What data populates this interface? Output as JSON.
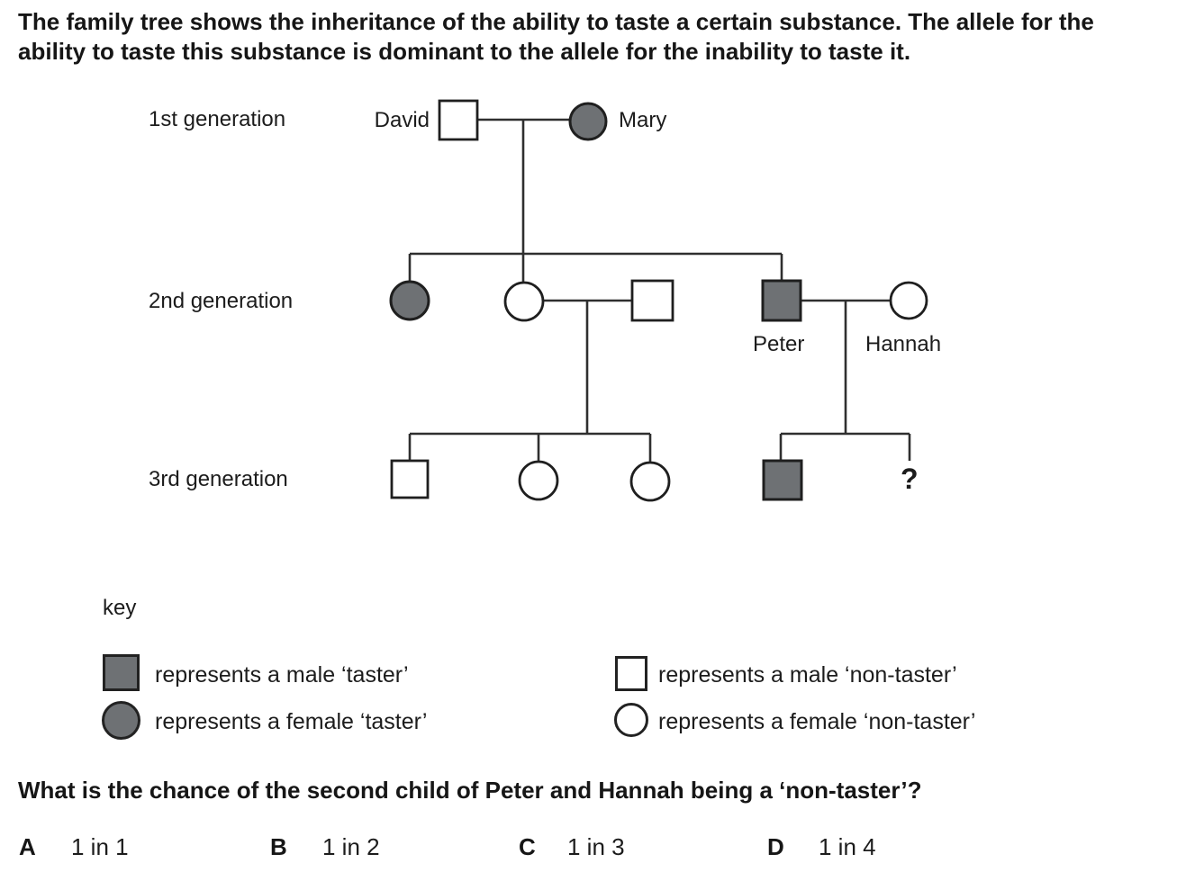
{
  "colors": {
    "background": "#ffffff",
    "taster_fill": "#6e7174",
    "symbol_outline": "#1f1f1f",
    "line": "#2f2f2f",
    "text": "#161616"
  },
  "intro": {
    "line1": "The family tree shows the inheritance of the ability to taste a certain substance. The allele for the",
    "line2": "ability to taste this substance is dominant to the allele for the inability to taste it."
  },
  "pedigree": {
    "generation_labels": [
      "1st generation",
      "2nd generation",
      "3rd generation"
    ],
    "individuals": [
      {
        "id": "david",
        "name": "David",
        "generation": 1,
        "sex": "male",
        "phenotype": "non-taster",
        "filled": false
      },
      {
        "id": "mary",
        "name": "Mary",
        "generation": 1,
        "sex": "female",
        "phenotype": "taster",
        "filled": true
      },
      {
        "id": "gen2-daughter-taster",
        "name": "",
        "generation": 2,
        "sex": "female",
        "phenotype": "taster",
        "filled": true
      },
      {
        "id": "gen2-daughter-nontaster",
        "name": "",
        "generation": 2,
        "sex": "female",
        "phenotype": "non-taster",
        "filled": false
      },
      {
        "id": "gen2-husband",
        "name": "",
        "generation": 2,
        "sex": "male",
        "phenotype": "non-taster",
        "filled": false
      },
      {
        "id": "peter",
        "name": "Peter",
        "generation": 2,
        "sex": "male",
        "phenotype": "taster",
        "filled": true
      },
      {
        "id": "hannah",
        "name": "Hannah",
        "generation": 2,
        "sex": "female",
        "phenotype": "non-taster",
        "filled": false
      },
      {
        "id": "gen3-son-nontaster",
        "name": "",
        "generation": 3,
        "sex": "male",
        "phenotype": "non-taster",
        "filled": false
      },
      {
        "id": "gen3-daughter-1",
        "name": "",
        "generation": 3,
        "sex": "female",
        "phenotype": "non-taster",
        "filled": false
      },
      {
        "id": "gen3-daughter-2",
        "name": "",
        "generation": 3,
        "sex": "female",
        "phenotype": "non-taster",
        "filled": false
      },
      {
        "id": "peter-hannah-son",
        "name": "",
        "generation": 3,
        "sex": "male",
        "phenotype": "taster",
        "filled": true
      },
      {
        "id": "peter-hannah-second-child",
        "name": "?",
        "generation": 3,
        "sex": "unknown",
        "phenotype": "unknown",
        "filled": false
      }
    ],
    "couples": [
      {
        "partners": [
          "david",
          "mary"
        ],
        "children": [
          "gen2-daughter-taster",
          "gen2-daughter-nontaster",
          "peter"
        ]
      },
      {
        "partners": [
          "gen2-daughter-nontaster",
          "gen2-husband"
        ],
        "children": [
          "gen3-son-nontaster",
          "gen3-daughter-1",
          "gen3-daughter-2"
        ]
      },
      {
        "partners": [
          "peter",
          "hannah"
        ],
        "children": [
          "peter-hannah-son",
          "peter-hannah-second-child"
        ]
      }
    ]
  },
  "key": {
    "title": "key",
    "items": [
      {
        "symbol": "filled-square",
        "label": "represents a male ‘taster’"
      },
      {
        "symbol": "filled-circle",
        "label": "represents a female ‘taster’"
      },
      {
        "symbol": "open-square",
        "label": "represents a male ‘non-taster’"
      },
      {
        "symbol": "open-circle",
        "label": "represents a female ‘non-taster’"
      }
    ]
  },
  "question": {
    "text": "What is the chance of the second child of Peter and Hannah being a ‘non-taster’?"
  },
  "options": [
    {
      "letter": "A",
      "value": "1 in 1"
    },
    {
      "letter": "B",
      "value": "1 in 2"
    },
    {
      "letter": "C",
      "value": "1 in 3"
    },
    {
      "letter": "D",
      "value": "1 in 4"
    }
  ]
}
